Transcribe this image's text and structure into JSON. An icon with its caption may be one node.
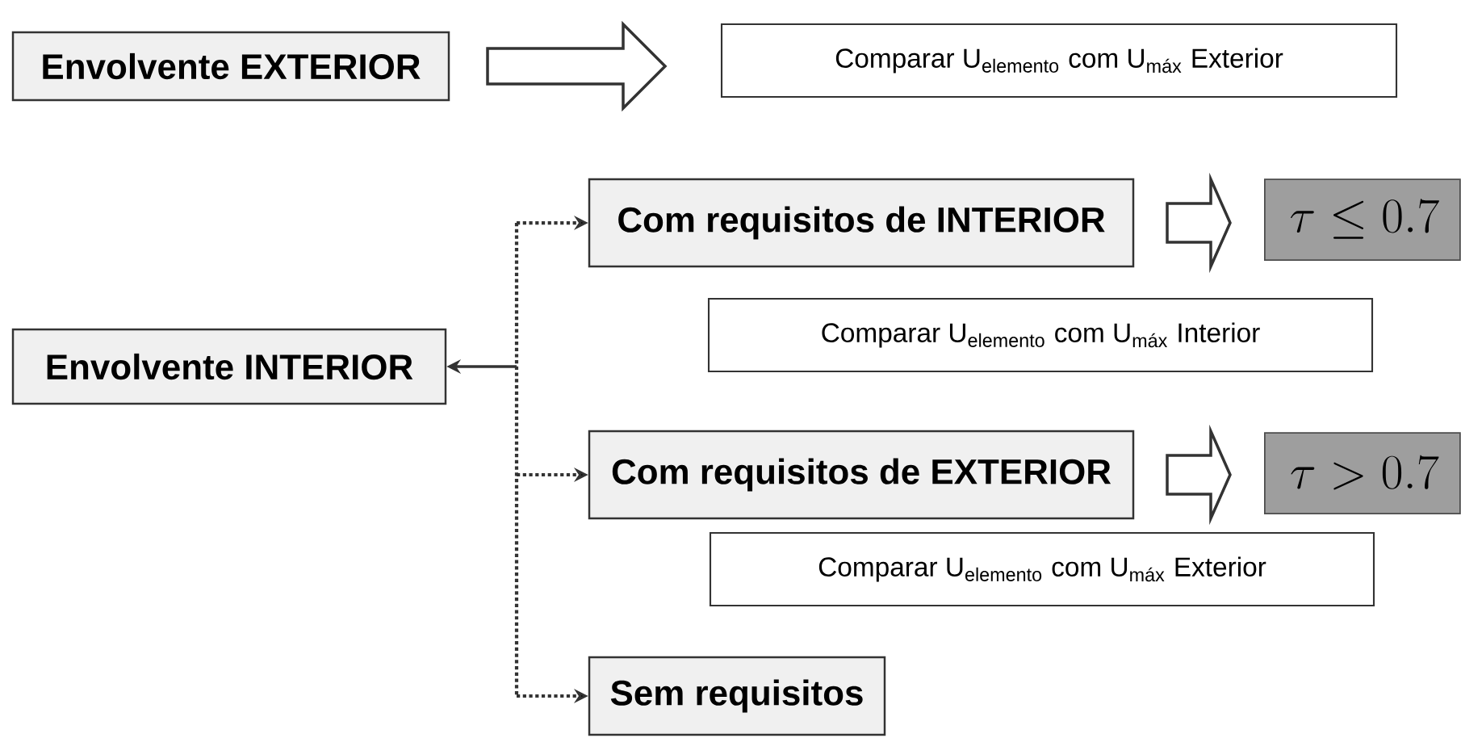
{
  "diagram": {
    "nodes": [
      {
        "text": [
          "Envolvente EXTERIOR"
        ]
      },
      {
        "text": [
          "Comparar U$_{elemento}$ com U$_{máx}$ Exterior"
        ]
      },
      {
        "text": [
          "Com requisitos de INTERIOR"
        ]
      },
      {
        "text": [
          "\\tau \\leq 0.7"
        ]
      },
      {
        "text": [
          "Comparar U$_{elemento}$ com U$_{máx}$ Interior"
        ]
      },
      {
        "text": [
          "Envolvente INTERIOR"
        ]
      },
      {
        "text": [
          "Com requisitos de EXTERIOR"
        ]
      },
      {
        "text": [
          "\\tau > 0.7"
        ]
      },
      {
        "text": [
          "Comparar U$_{elemento}$ com U$_{máx}$ Exterior"
        ]
      },
      {
        "text": [
          "Sem requisitos"
        ]
      }
    ],
    "edges": [
      {
        "from": 0,
        "to": 1,
        "arrow": "to"
      },
      {
        "from": 2,
        "to": 3,
        "arrow": "to"
      },
      {
        "from": 6,
        "to": 7,
        "arrow": "to"
      },
      {
        "from": 5,
        "to": 2,
        "arrow": "both",
        "style": "dashed"
      },
      {
        "from": 5,
        "to": 6,
        "arrow": "both",
        "style": "dashed"
      },
      {
        "from": 5,
        "to": 9,
        "arrow": "both",
        "style": "dashed"
      }
    ]
  }
}
